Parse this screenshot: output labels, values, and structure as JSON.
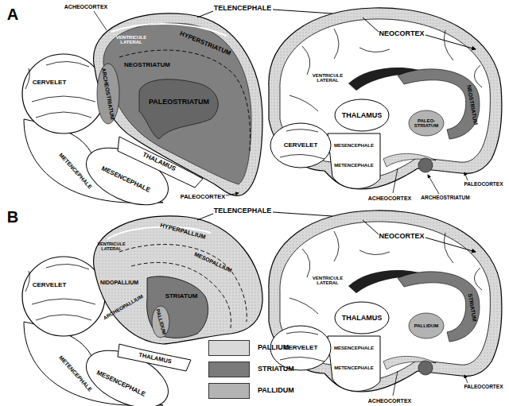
{
  "diagram": {
    "labels": [
      "ACHEOCORTEX",
      "A",
      "TELENCEPHALE",
      "VENTRICULE LATERAL",
      "HYPERSTRIATUM",
      "NEOSTRIATUM",
      "ARCHEOSTRIATUM",
      "PALEOSTRIATUM",
      "CERVELET",
      "THALAMUS",
      "MESENCEPHALE",
      "METENCEPHALE",
      "PALEOCORTEX",
      "NEOCORTEX",
      "VENTRICULE LATERAL",
      "NEOSTRIATUM",
      "THALAMUS",
      "PALEO- STRIATUM",
      "MESENCEPHALE",
      "CERVELET",
      "METENCEPHALE",
      "ACHEOCORTEX",
      "ARCHEOSTRIATUM",
      "PALEOCORTEX",
      "B",
      "TELENCEPHALE",
      "HYPERPALLIUM",
      "MESOPALLIUM",
      "VENTRICULE LATERAL",
      "NIDOPALLIUM",
      "ARCHEOPALLIUM",
      "STRIATUM",
      "PALLIDUM",
      "CERVELET",
      "THALAMUS",
      "MESENCEPHALE",
      "METENCEPHALE",
      "NEOCORTEX",
      "VENTRICULE LATERAL",
      "STRIATUM",
      "THALAMUS",
      "PALLIDUM",
      "MESENCEPHALE",
      "CERVELET",
      "METENCEPHALE",
      "ACHEOCORTEX",
      "PALEOCORTEX"
    ],
    "legend": [
      {
        "text": "PALLIUM",
        "color": "#d9d9d9"
      },
      {
        "text": "STRIATUM",
        "color": "#7a7a7a"
      },
      {
        "text": "PALLIDUM",
        "color": "#b3b3b3"
      }
    ]
  }
}
